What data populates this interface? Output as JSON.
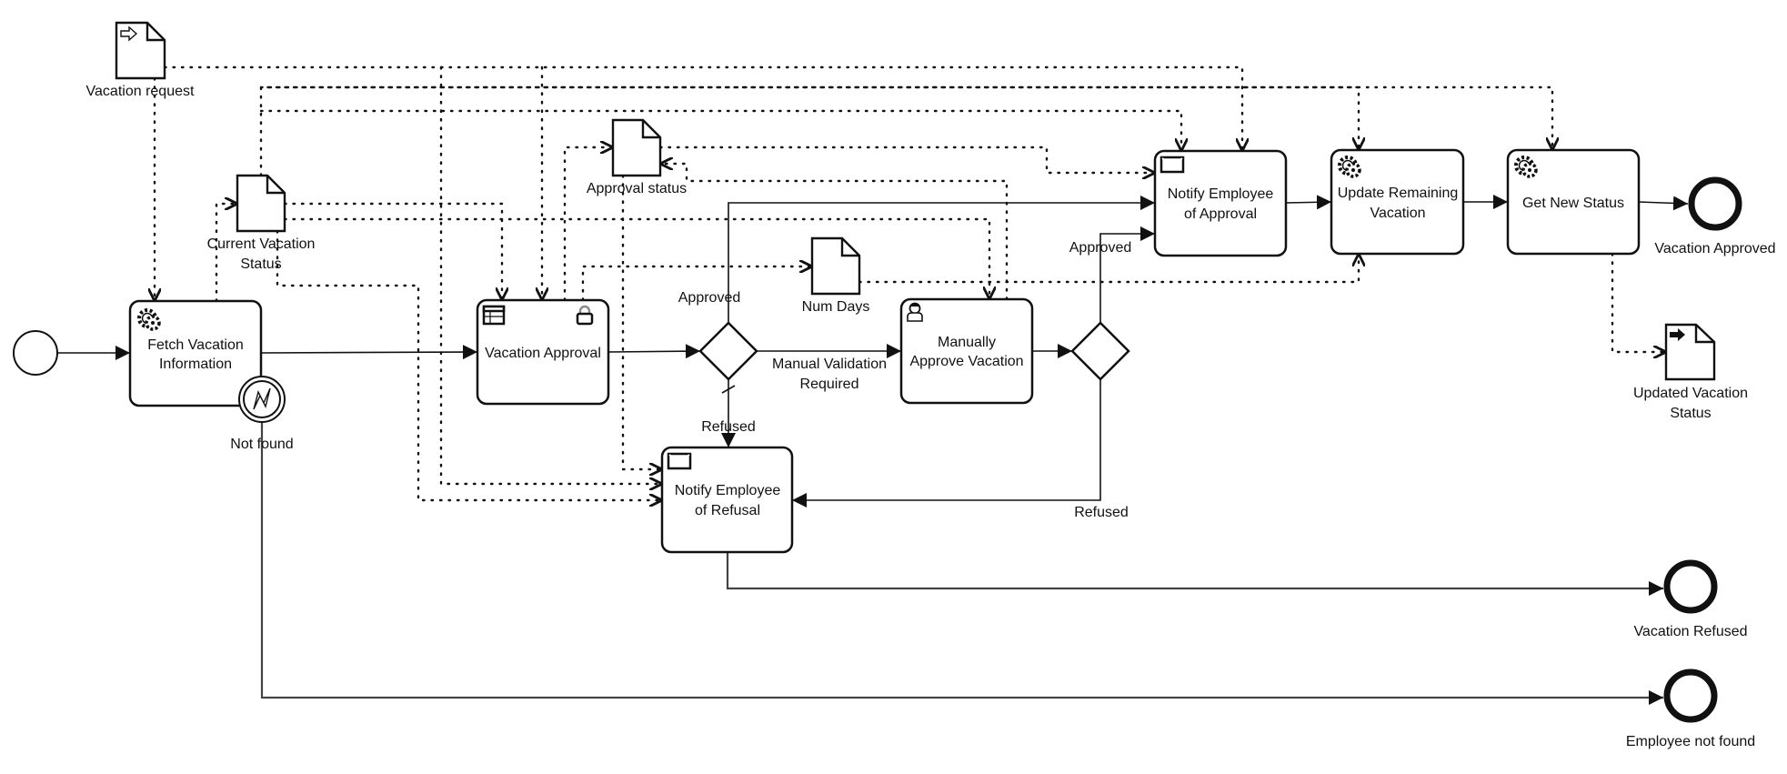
{
  "diagram": {
    "type": "BPMN process",
    "events": {
      "start": {
        "label": ""
      },
      "boundary_error": {
        "label": "Not found"
      },
      "end_approved": {
        "label": "Vacation Approved"
      },
      "end_refused": {
        "label": "Vacation Refused"
      },
      "end_not_found": {
        "label": "Employee not found"
      }
    },
    "tasks": {
      "fetch": {
        "lines": [
          "Fetch Vacation",
          "Information"
        ],
        "type": "service",
        "icon": "gear-icon"
      },
      "approval": {
        "lines": [
          "Vacation Approval"
        ],
        "type": "business-rule",
        "icon": "table-icon",
        "badge": "lock-icon"
      },
      "manual": {
        "lines": [
          "Manually",
          "Approve Vacation"
        ],
        "type": "user",
        "icon": "user-icon"
      },
      "notify_approval": {
        "lines": [
          "Notify Employee",
          "of Approval"
        ],
        "type": "send",
        "icon": "envelope-icon"
      },
      "update": {
        "lines": [
          "Update Remaining",
          "Vacation"
        ],
        "type": "service",
        "icon": "gear-icon"
      },
      "get_status": {
        "lines": [
          "Get New Status"
        ],
        "type": "service",
        "icon": "gear-icon"
      },
      "notify_refusal": {
        "lines": [
          "Notify Employee",
          "of Refusal"
        ],
        "type": "send",
        "icon": "envelope-icon"
      }
    },
    "data_objects": {
      "vacation_request": {
        "lines": [
          "Vacation request"
        ],
        "kind": "input",
        "icon": "input-arrow-icon"
      },
      "current_status": {
        "lines": [
          "Current Vacation",
          "Status"
        ],
        "kind": "plain"
      },
      "approval_status": {
        "lines": [
          "Approval status"
        ],
        "kind": "plain"
      },
      "num_days": {
        "lines": [
          "Num Days"
        ],
        "kind": "plain"
      },
      "updated_status": {
        "lines": [
          "Updated Vacation",
          "Status"
        ],
        "kind": "output",
        "icon": "output-arrow-icon"
      }
    },
    "flow_labels": {
      "gw1_approved": "Approved",
      "gw1_manual": [
        "Manual Validation",
        "Required"
      ],
      "gw1_refused": "Refused",
      "gw2_approved": "Approved",
      "gw2_refused": "Refused"
    },
    "colors": {
      "stroke": "#111111",
      "background": "#ffffff",
      "lock": "#8a8a8a"
    }
  }
}
